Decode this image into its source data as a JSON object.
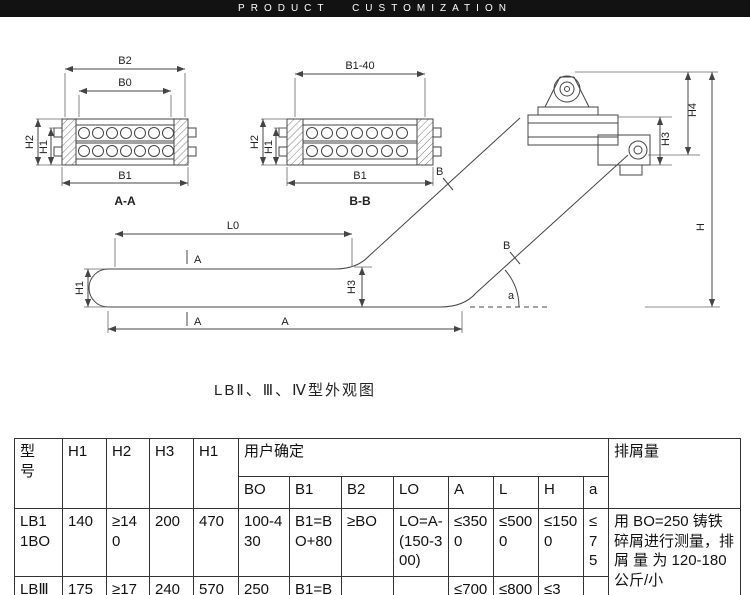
{
  "header": {
    "title": "PRODUCT CUSTOMIZATION"
  },
  "drawing": {
    "caption": "LBⅡ、Ⅲ、Ⅳ型外观图",
    "labels": {
      "b2": "B2",
      "b0": "B0",
      "h1": "H1",
      "h2": "H2",
      "b1": "B1",
      "section_aa": "A-A",
      "b1_40": "B1-40",
      "section_bb": "B-B",
      "l0": "L0",
      "h3": "H3",
      "h4": "H4",
      "h": "H",
      "a": "A",
      "angle_a": "a",
      "b": "B"
    }
  },
  "table": {
    "header": {
      "model": "型\n号",
      "h1": "H1",
      "h2": "H2",
      "h3": "H3",
      "h1b": "H1",
      "user_defined": "用户确定",
      "chip_capacity": "排屑量",
      "sub": [
        "BO",
        "B1",
        "B2",
        "LO",
        "A",
        "L",
        "H",
        "a"
      ]
    },
    "rows": [
      {
        "model": "LB1\n1BO",
        "h1": "140",
        "h2": "≥140",
        "h3": "200",
        "h1b": "470",
        "bo": "100-430",
        "b1": "B1=BO+80",
        "b2": "≥BO",
        "lo": "LO=A-(150-300)",
        "a": "≤3500",
        "l": "≤5000",
        "h": "≤1500",
        "angle": "≤75",
        "chip": "用 BO=250 铸铁碎屑进行测量，排 屑 量 为 120-180公斤/小"
      },
      {
        "model": "LBⅢ",
        "h1": "175",
        "h2": "≥17",
        "h3": "240",
        "h1b": "570",
        "bo": "250",
        "b1": "B1=B",
        "b2": "",
        "lo": "",
        "a": "≤700",
        "l": "≤800",
        "h": "≤3",
        "angle": "",
        "chip": ""
      }
    ]
  }
}
